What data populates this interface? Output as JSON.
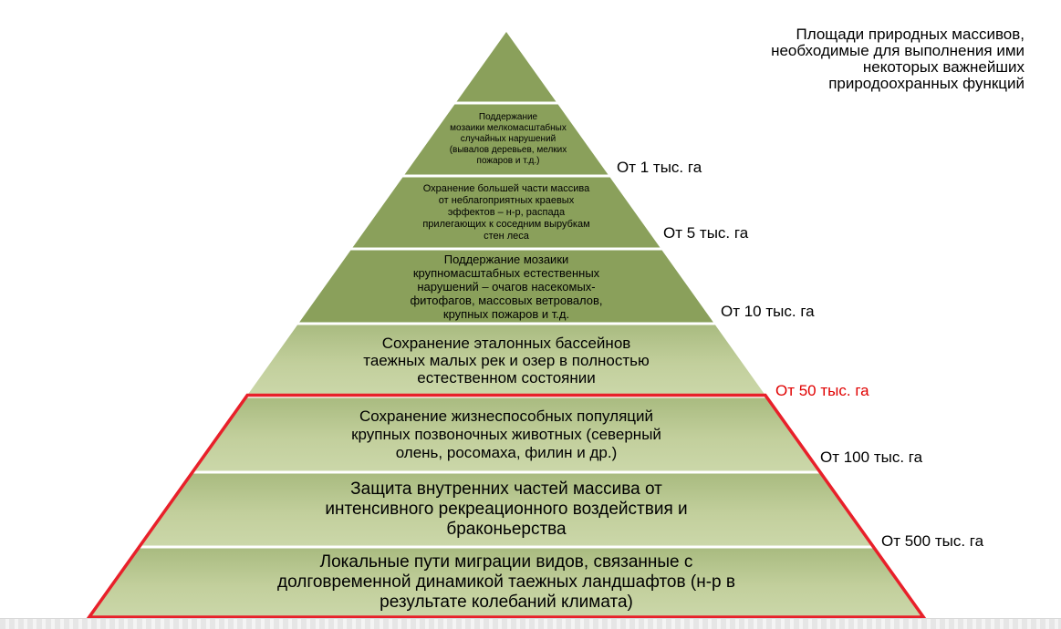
{
  "caption": "Площади природных массивов,\nнеобходимые для выполнения ими\nнекоторых важнейших\nприродоохранных функций",
  "colors": {
    "layer_dark": "#8aa05b",
    "layer_light": "#c6d3a4",
    "highlight": "#e8202a",
    "threshold_red": "#e00000"
  },
  "layers": [
    {
      "text": ""
    },
    {
      "text": "Поддержание\nмозаики мелкомасштабных\nслучайных нарушений\n(вывалов деревьев, мелких\nпожаров и т.д.)"
    },
    {
      "text": "Охранение большей части массива\nот неблагоприятных краевых\nэффектов – н-р, распада\nприлегающих к соседним вырубкам\nстен леса"
    },
    {
      "text": "Поддержание мозаики\nкрупномасштабных естественных\nнарушений – очагов насекомых-\nфитофагов, массовых ветровалов,\nкрупных пожаров и т.д."
    },
    {
      "text": "Сохранение эталонных бассейнов\nтаежных малых рек и озер в полностью\nестественном состоянии"
    },
    {
      "text": "Сохранение жизнеспособных популяций\nкрупных позвоночных животных (северный\nолень, росомаха, филин и др.)"
    },
    {
      "text": "Защита внутренних частей массива от\nинтенсивного рекреационного воздействия и\nбраконьерства"
    },
    {
      "text": "Локальные пути миграции видов, связанные с\nдолговременной динамикой таежных ландшафтов (н-р в\nрезультате колебаний климата)"
    }
  ],
  "thresholds": [
    {
      "label": "От 1 тыс. га",
      "highlight": false
    },
    {
      "label": "От 5 тыс. га",
      "highlight": false
    },
    {
      "label": "От 10 тыс. га",
      "highlight": false
    },
    {
      "label": "От 50 тыс. га",
      "highlight": true
    },
    {
      "label": "От 100 тыс. га",
      "highlight": false
    },
    {
      "label": "От 500 тыс. га",
      "highlight": false
    }
  ]
}
